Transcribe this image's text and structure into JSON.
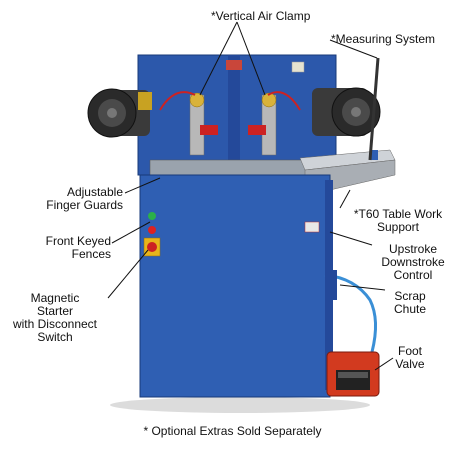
{
  "labels": {
    "vertical_air_clamp": "*Vertical Air Clamp",
    "measuring_system": "*Measuring System",
    "adjustable_finger_guards": "Adjustable\nFinger Guards",
    "front_keyed_fences": "Front Keyed\nFences",
    "magnetic_starter": "Magnetic\nStarter\nwith Disconnect\nSwitch",
    "t60_table_work_support": "*T60 Table Work\nSupport",
    "upstroke_downstroke_control": "Upstroke\nDownstroke\nControl",
    "scrap_chute": "Scrap\nChute",
    "foot_valve": "Foot\nValve"
  },
  "footer": "* Optional Extras Sold Separately",
  "colors": {
    "machine_blue": "#2f5fb3",
    "machine_dark_blue": "#1f4590",
    "pedal_red": "#d23a1f",
    "hose_blue": "#3a8fd6",
    "leader_line": "#111111"
  }
}
